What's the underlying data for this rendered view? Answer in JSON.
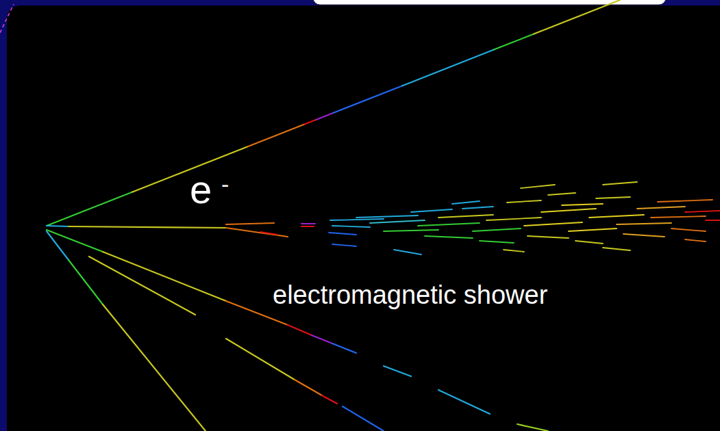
{
  "diagram": {
    "labels": [
      "e",
      "-",
      "electromagnetic shower"
    ]
  }
}
